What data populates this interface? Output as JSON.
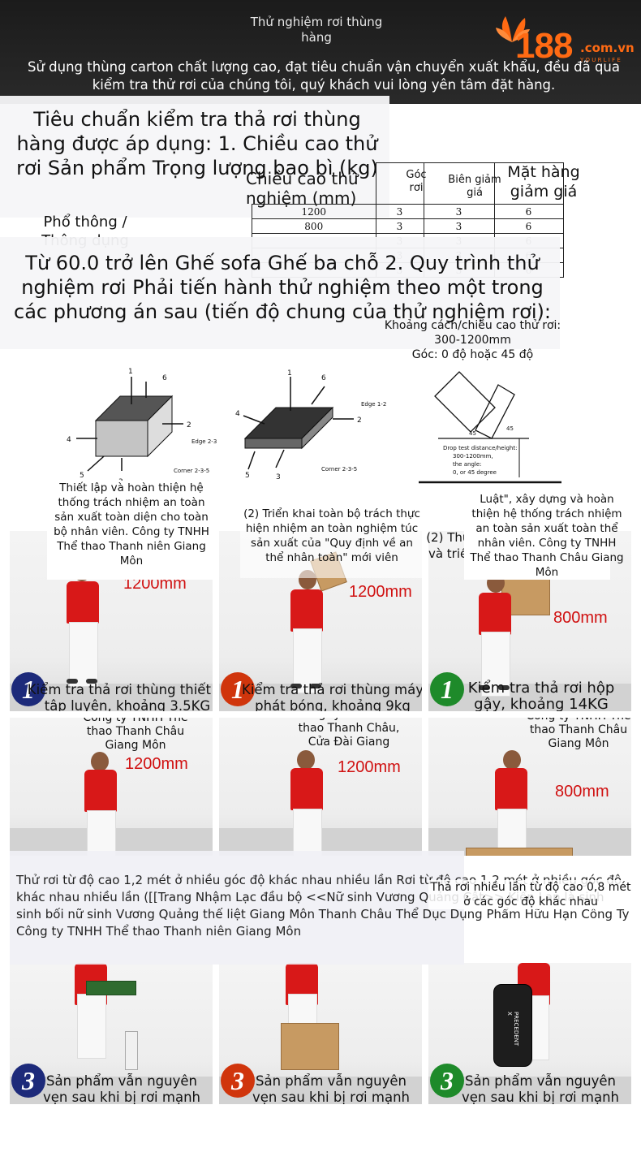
{
  "header": {
    "title": "Thử nghiệm rơi thùng hàng",
    "description": "Sử dụng thùng carton chất lượng cao, đạt tiêu chuẩn vận chuyển xuất khẩu, đều đã qua kiểm tra thử rơi của chúng tôi, quý khách vui lòng yên tâm đặt hàng.",
    "logo_number": "188",
    "logo_domain": ".com.vn",
    "logo_tagline": "Y O U R  L I F E",
    "logo_color": "#ff6a13"
  },
  "standard": {
    "text": "Tiêu chuẩn kiểm tra thả rơi thùng hàng được áp dụng: 1. Chiều cao thử rơi Sản phẩm Trọng lượng bao bì (kg)"
  },
  "table": {
    "headers": [
      "Chiều cao thử nghiệm (mm)",
      "Góc rơi",
      "Biên giảm giá",
      "Mặt hàng giảm giá"
    ],
    "rows": [
      [
        "1200",
        "3",
        "3",
        "6"
      ],
      [
        "800",
        "3",
        "3",
        "6"
      ],
      [
        "",
        "3",
        "3",
        "6"
      ],
      [
        "",
        "3",
        "3",
        "6"
      ],
      [
        "",
        "3",
        "3",
        "6"
      ]
    ]
  },
  "common_label": "Phổ thông / Thông dụng",
  "procedure": {
    "text": "Từ 60.0 trở lên Ghế sofa Ghế ba chỗ 2. Quy trình thử nghiệm rơi Phải tiến hành thử nghiệm theo một trong các phương án sau (tiến độ chung của thử nghiệm rơi):"
  },
  "drop_info": {
    "line1": "Khoảng cách/chiều cao thử rơi: 300-1200mm",
    "line2": "Góc: 0 độ hoặc 45 độ"
  },
  "diagrams": {
    "d1_labels": [
      "6",
      "1",
      "2",
      "4",
      "5",
      "3",
      "Edge 2-3",
      "Corner 2-3-5"
    ],
    "d2_labels": [
      "6",
      "1",
      "Edge 1-2",
      "2",
      "4",
      "5",
      "3",
      "Corner 2-3-5"
    ],
    "d3_labels": [
      "45",
      "45",
      "Drop test distance/height:",
      "300-1200mm,",
      "the angle:",
      "0, or 45 degree"
    ]
  },
  "captions": {
    "c1": "Thiết lập và hoàn thiện hệ thống trách nhiệm an toàn sản xuất toàn diện cho toàn bộ nhân viên. Công ty TNHH Thể thao Thanh niên Giang Môn",
    "c2": "(2) Triển khai toàn bộ trách thực hiện nhiệm an toàn nghiệm túc sản xuất của \"Quy định về an thể nhân toàn\" mới viên",
    "c3": "(2) Thực hiện và triển khai",
    "c4": "Luật\", xây dựng và hoàn thiện hệ thống trách nhiệm an toàn sản xuất toàn thể nhân viên. Công ty TNHH Thể thao Thanh Châu Giang Môn"
  },
  "photos_row1": [
    {
      "height": "1200mm",
      "step": "1",
      "title": "Kiểm tra thả rơi thùng thiết bị tập luyện, khoảng 3.5KG"
    },
    {
      "height": "1200mm",
      "step": "1",
      "title": "Kiểm tra thả rơi thùng máy phát bóng, khoảng 9kg"
    },
    {
      "height": "800mm",
      "step": "1",
      "title": "Kiểm tra thả rơi hộp gậy, khoảng 14KG"
    }
  ],
  "photos_row2": [
    {
      "height": "1200mm",
      "company": "Công ty TNHH Thể thao Thanh Châu Giang Môn"
    },
    {
      "height": "1200mm",
      "company": "Công ty TNHH Thể thao Thanh Châu, Cửa Đài Giang"
    },
    {
      "height": "800mm",
      "company": "Công ty TNHH Thể thao Thanh Châu Giang Môn"
    }
  ],
  "drop_text": "Thử rơi từ độ cao 1,2 mét ở nhiều góc độ khác nhau nhiều lần Rơi từ độ cao 1,2 mét ở nhiều góc độ khác nhau nhiều lần ([[Trang Nhậm Lạc đầu bộ <<Nữ sinh Vương Quảng Cật>> Kiến Lan là sinh sinh bối nữ sinh Vương Quảng thế liệt Giang Môn Thanh Châu Thể Dục Dụng Phẩm Hữu Hạn Công Ty Công ty TNHH Thể thao Thanh niên Giang Môn",
  "drop_text2": "Thả rơi nhiều lần từ độ cao 0,8 mét ở các góc độ khác nhau",
  "photos_row3": [
    {
      "step": "3",
      "title": "Sản phẩm vẫn nguyên vẹn sau khi bị rơi mạnh"
    },
    {
      "step": "3",
      "title": "Sản phẩm vẫn nguyên vẹn sau khi bị rơi mạnh"
    },
    {
      "step": "3",
      "title": "Sản phẩm vẫn nguyên vẹn sau khi bị rơi mạnh"
    }
  ],
  "bag_brand": "PRECEDENT X"
}
